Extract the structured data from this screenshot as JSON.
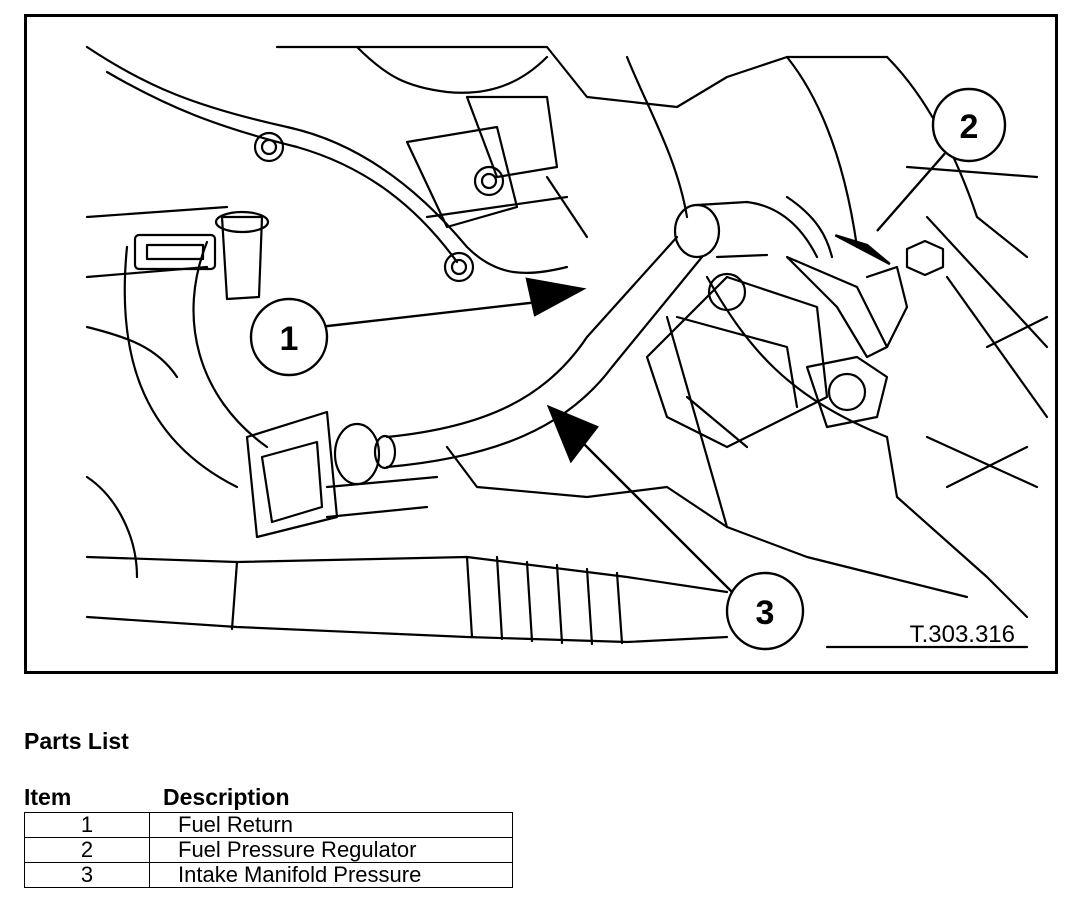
{
  "diagram": {
    "callouts": [
      {
        "number": "1"
      },
      {
        "number": "2"
      },
      {
        "number": "3"
      }
    ],
    "reference_code": "T.303.316"
  },
  "parts_list": {
    "title": "Parts List",
    "headers": {
      "item": "Item",
      "description": "Description"
    },
    "rows": [
      {
        "item": "1",
        "description": "Fuel Return"
      },
      {
        "item": "2",
        "description": "Fuel Pressure Regulator"
      },
      {
        "item": "3",
        "description": "Intake Manifold Pressure"
      }
    ]
  }
}
